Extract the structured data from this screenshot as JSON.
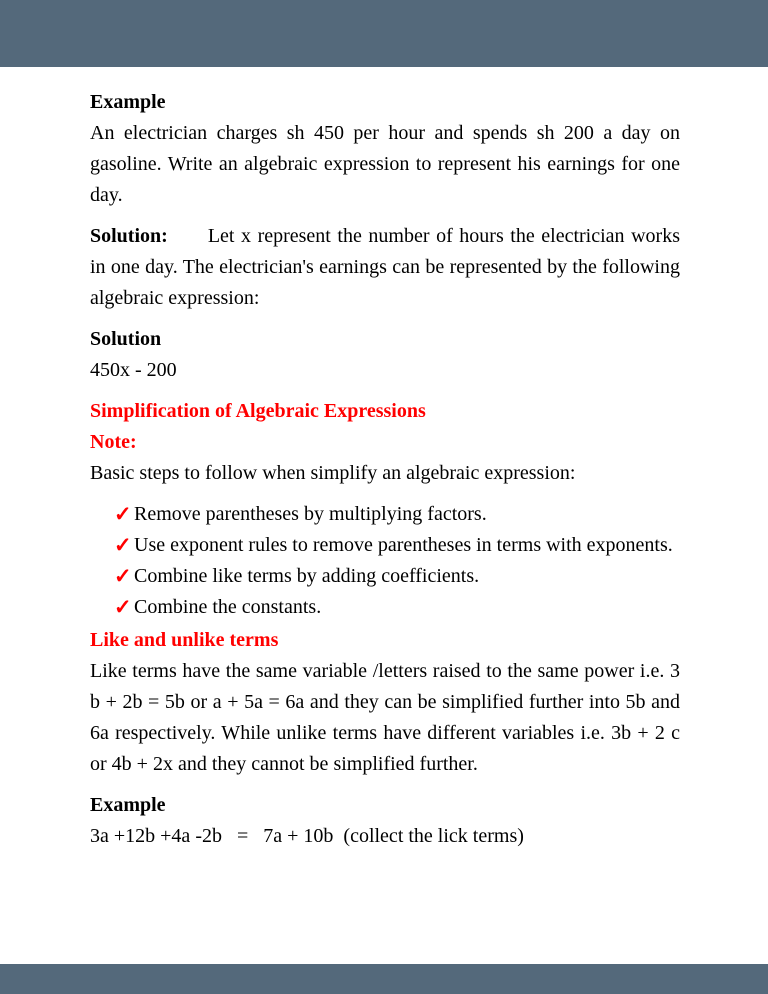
{
  "colors": {
    "background": "#54697b",
    "paper": "#ffffff",
    "accent_red": "#ff0000",
    "text": "#000000"
  },
  "content": {
    "example1_heading": "Example",
    "example1_body": "An electrician charges sh 450 per hour and spends sh 200 a day on gasoline. Write an algebraic expression to represent his earnings for one day.",
    "solution_label": "Solution:",
    "solution_body": "Let x represent the number of hours the electrician works in one day. The electrician's earnings can be represented by the following algebraic expression:",
    "solution2_heading": "Solution",
    "solution2_expression": "450x - 200",
    "simplification_heading": "Simplification of Algebraic Expressions",
    "note_label": "Note:",
    "note_body": "Basic steps to follow when simplify an algebraic expression:",
    "check_glyph": "✓",
    "checklist": [
      "Remove parentheses by multiplying factors.",
      "Use exponent rules to remove parentheses in terms with exponents.",
      "Combine like terms by adding coefficients.",
      "Combine the constants."
    ],
    "like_unlike_heading": "Like and unlike terms",
    "like_unlike_body": "Like terms have the same variable /letters raised to the same power i.e. 3 b + 2b = 5b or a + 5a = 6a and they can be simplified further into 5b and 6a respectively. While unlike terms have different variables i.e. 3b + 2 c or 4b + 2x and they cannot be simplified further.",
    "example2_heading": "Example",
    "example2_body": "3a +12b +4a -2b   =   7a + 10b  (collect the lick terms)"
  }
}
